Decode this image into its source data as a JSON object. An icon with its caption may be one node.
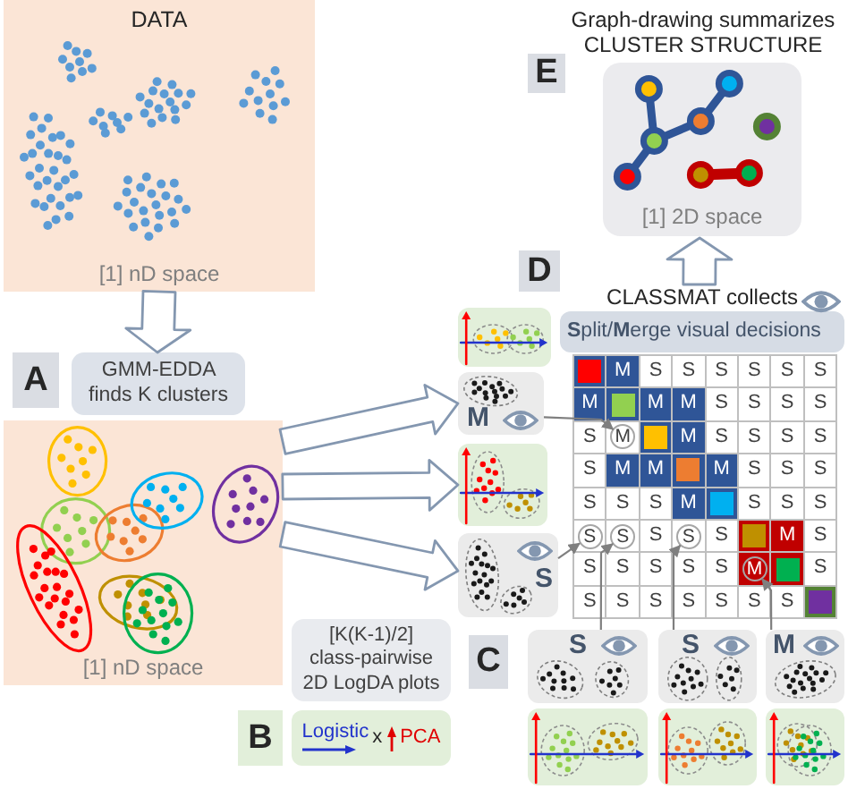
{
  "diagram": {
    "nodes": [
      {
        "text": [
          "DATA",
          "[1] nD space"
        ]
      },
      {
        "text": [
          "GMM-EDDA finds K clusters"
        ]
      },
      {
        "text": [
          "[1] nD space"
        ]
      },
      {
        "text": [],
        "shape": "picture"
      },
      {
        "text": [
          "M"
        ]
      },
      {
        "text": [],
        "shape": "picture"
      },
      {
        "text": [
          "S"
        ]
      },
      {
        "text": [
          "[K(K-1)/2] class-pairwise 2D LogDA plots"
        ]
      },
      {
        "text": [
          "Logistic",
          "x",
          "PCA"
        ]
      },
      {
        "text": [
          "S"
        ]
      },
      {
        "text": [
          "S"
        ]
      },
      {
        "text": [
          "M"
        ]
      },
      {
        "text": [],
        "shape": "picture"
      },
      {
        "text": [],
        "shape": "picture"
      },
      {
        "text": [],
        "shape": "picture"
      },
      {
        "text": [
          "CLASSMAT collects",
          "**S**plit/**M**erge visual decisions"
        ]
      },
      {
        "text": [
          "M"
        ]
      },
      {
        "text": [
          "S"
        ]
      },
      {
        "text": [
          "S"
        ]
      },
      {
        "text": [
          "S"
        ]
      },
      {
        "text": [
          "M"
        ]
      },
      {
        "text": [
          "Graph-drawing summarizes CLUSTER STRUCTURE",
          "[1] 2D space"
        ]
      }
    ],
    "edges": [
      {
        "from": 0,
        "to": 1,
        "arrow": "to",
        "style": "thick"
      },
      {
        "from": 2,
        "to": 4,
        "arrow": "to",
        "style": "thick"
      },
      {
        "from": 2,
        "to": 5,
        "arrow": "to",
        "style": "thick"
      },
      {
        "from": 2,
        "to": 6,
        "arrow": "to",
        "style": "thick"
      },
      {
        "from": 4,
        "to": 16,
        "arrow": "to"
      },
      {
        "from": 6,
        "to": 17,
        "arrow": "to"
      },
      {
        "from": 9,
        "to": 18,
        "arrow": "to"
      },
      {
        "from": 10,
        "to": 19,
        "arrow": "to"
      },
      {
        "from": 11,
        "to": 20,
        "arrow": "to"
      },
      {
        "from": 15,
        "to": 21,
        "arrow": "to",
        "style": "thick"
      }
    ],
    "labels": [
      "E",
      "D",
      "A",
      "M",
      "S",
      "S",
      "S",
      "S",
      "S",
      "S",
      "M",
      "M",
      "M",
      "S",
      "S",
      "S",
      "S",
      "S",
      "M",
      "S",
      "S",
      "S",
      "S",
      "S",
      "M",
      "M",
      "M",
      "S",
      "S",
      "S",
      "S",
      "S",
      "S",
      "M",
      "S",
      "S",
      "S",
      "S",
      "S",
      "M",
      "S",
      "S",
      "S",
      "S",
      "S",
      "S",
      "S",
      "S",
      "S",
      "S",
      "S",
      "S",
      "S",
      "S",
      "C",
      "B"
    ]
  }
}
